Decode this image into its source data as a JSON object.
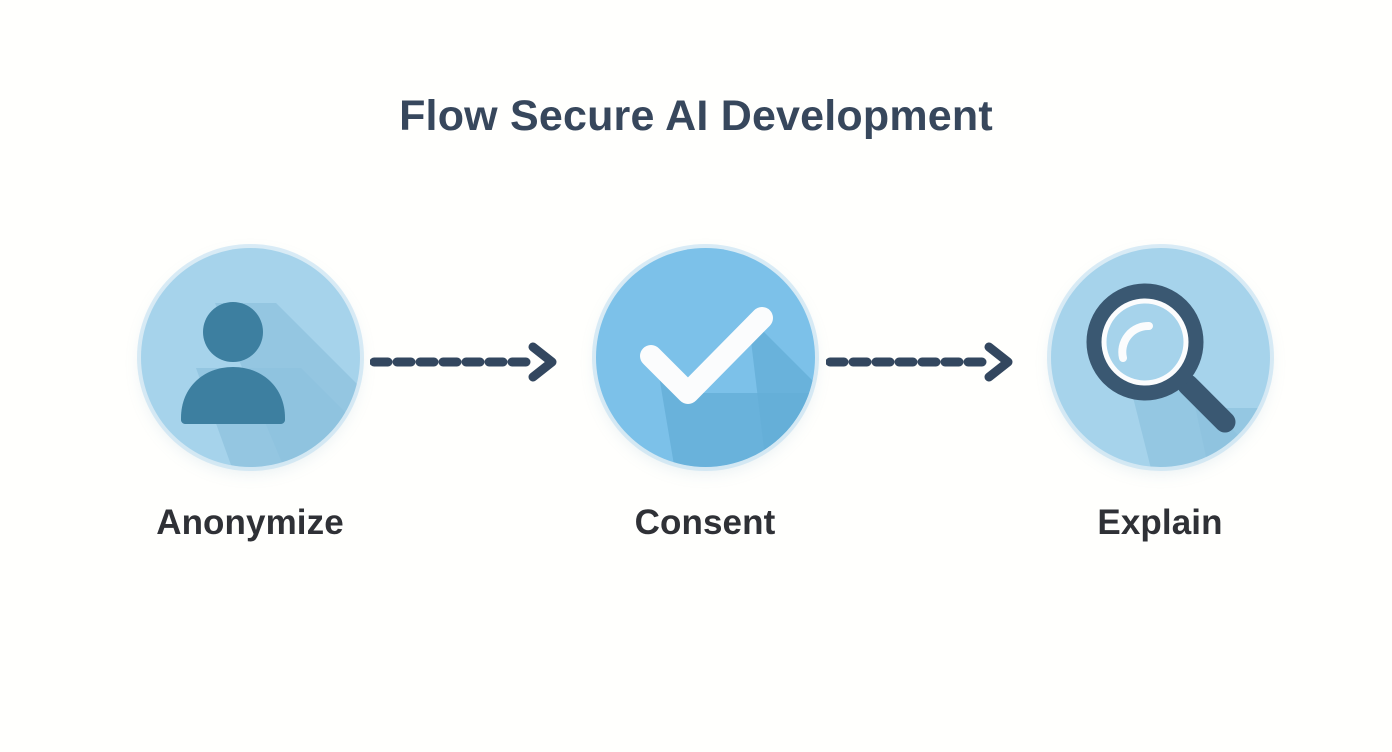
{
  "title": "Flow Secure AI Development",
  "background_color": "#fffffd",
  "title_color": "#37475c",
  "label_color": "#2f3136",
  "arrow_color": "#33475f",
  "steps": [
    {
      "label": "Anonymize",
      "icon": "person-icon",
      "circle_color": "#a6d3eb",
      "glyph_color": "#3d7fa0"
    },
    {
      "label": "Consent",
      "icon": "checkmark-icon",
      "circle_color": "#7cc1e9",
      "glyph_color": "#fbfcfd"
    },
    {
      "label": "Explain",
      "icon": "magnifier-icon",
      "circle_color": "#a6d3eb",
      "glyph_color": "#3a5872"
    }
  ],
  "connectors": [
    {
      "name": "arrow-1",
      "style": "dashed-arrow-right"
    },
    {
      "name": "arrow-2",
      "style": "dashed-arrow-right"
    }
  ]
}
